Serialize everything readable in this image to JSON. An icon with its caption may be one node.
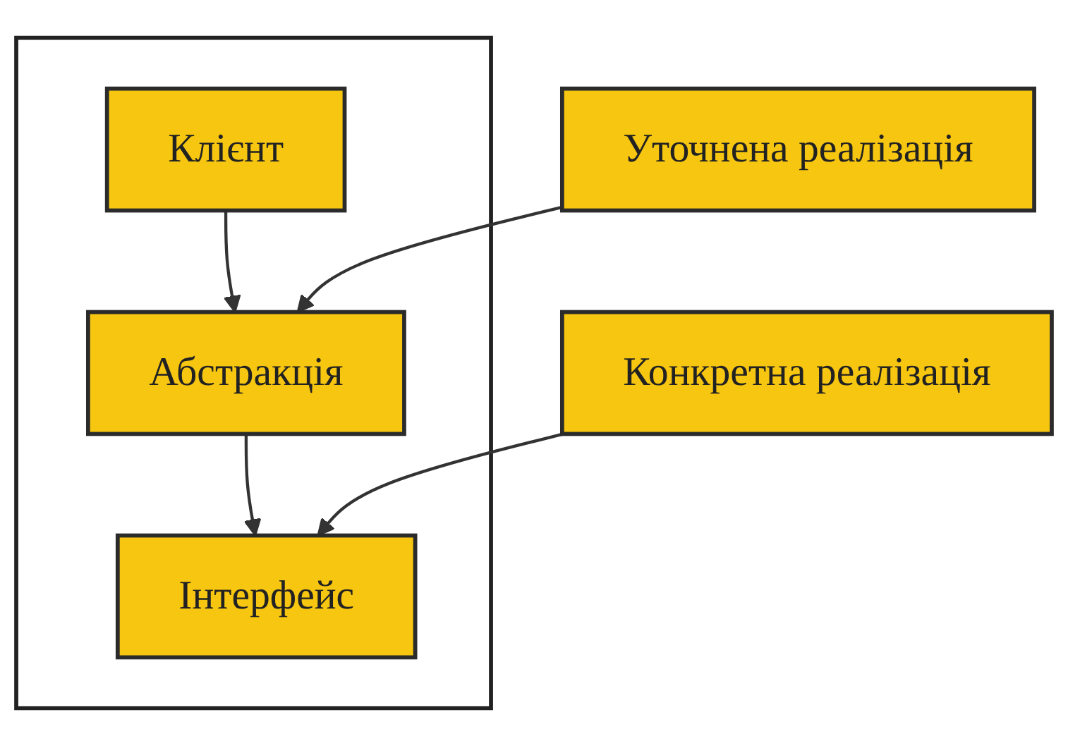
{
  "diagram": {
    "nodes": [
      {
        "text": [],
        "shape": "box"
      },
      {
        "text": [
          "Клієнт"
        ],
        "in": 0
      },
      {
        "text": [
          "Абстракція"
        ],
        "in": 0
      },
      {
        "text": [
          "Інтерфейс"
        ],
        "in": 0
      },
      {
        "text": [
          "Уточнена реалізація"
        ]
      },
      {
        "text": [
          "Конкретна реалізація"
        ]
      }
    ],
    "edges": [
      {
        "from": 1,
        "to": 2,
        "arrow": "to"
      },
      {
        "from": 2,
        "to": 3,
        "arrow": "to"
      },
      {
        "from": 4,
        "to": 2,
        "arrow": "to"
      },
      {
        "from": 5,
        "to": 3,
        "arrow": "to"
      }
    ]
  }
}
